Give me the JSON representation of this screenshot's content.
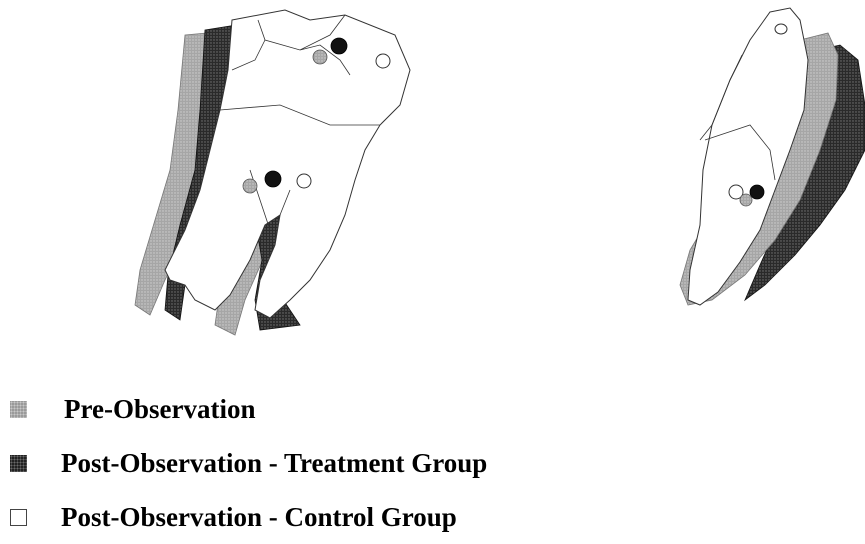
{
  "legend": {
    "items": [
      {
        "label": "Pre-Observation",
        "color": "#9a9a9a"
      },
      {
        "label": "Post-Observation - Treatment Group",
        "color": "#222222"
      },
      {
        "label": "Post-Observation - Control Group",
        "color": "#ffffff"
      }
    ]
  },
  "teeth": {
    "left": {
      "name": "molar-buccal-view"
    },
    "right": {
      "name": "molar-mesial-view"
    }
  }
}
